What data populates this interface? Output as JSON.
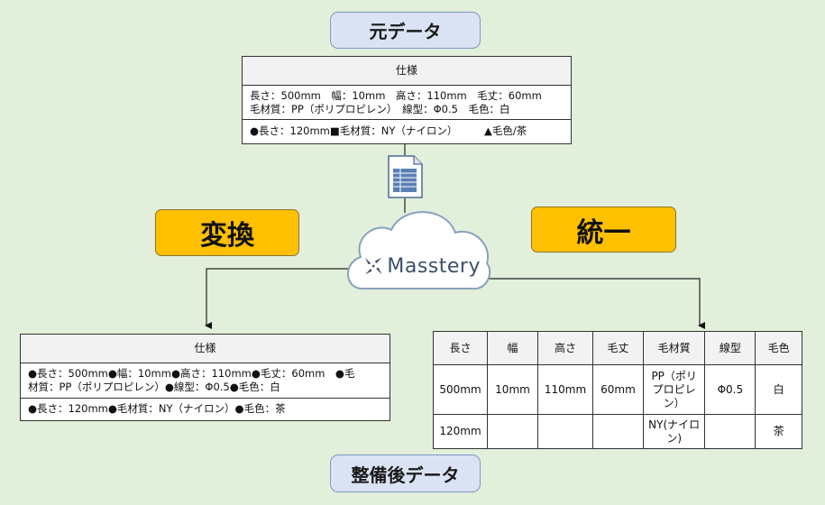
{
  "source_label": "元データ",
  "result_label": "整備後データ",
  "convert_label": "変換",
  "unify_label": "統一",
  "brand": "Masstery",
  "colors": {
    "accent": "#ffc000",
    "pill": "#dae3f3",
    "background": "#e2efda"
  },
  "icons": [
    "spreadsheet-icon",
    "cloud-icon",
    "masstery-logo-icon"
  ],
  "source_spec": {
    "header": "仕様",
    "row1_line1": "長さ：500mm　幅：10mm　高さ：110mm　毛丈：60mm",
    "row1_line2": "毛材質：PP（ポリプロピレン）　線型：Φ0.5　毛色：白",
    "row2_part1": "●長さ：120mm■毛材質：NY（ナイロン）",
    "row2_part2": "▲毛色/茶"
  },
  "converted_spec": {
    "header": "仕様",
    "row1_line1": "●長さ：500mm●幅：10mm●高さ：110mm●毛丈：60mm　●毛",
    "row1_line2": "材質：PP（ポリプロピレン）●線型：Φ0.5●毛色：白",
    "row2": "●長さ：120mm●毛材質：NY（ナイロン）●毛色：茶"
  },
  "unified_table": {
    "headers": [
      "長さ",
      "幅",
      "高さ",
      "毛丈",
      "毛材質",
      "線型",
      "毛色"
    ],
    "rows": [
      [
        "500mm",
        "10mm",
        "110mm",
        "60mm",
        "PP（ポリプロピレン）",
        "Φ0.5",
        "白"
      ],
      [
        "120mm",
        "",
        "",
        "",
        "NY(ナイロン)",
        "",
        "茶"
      ]
    ]
  }
}
